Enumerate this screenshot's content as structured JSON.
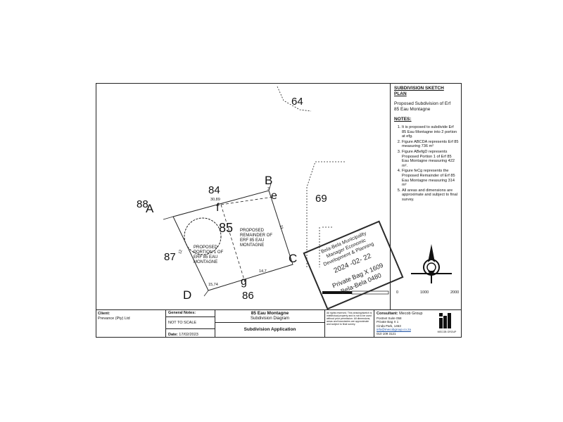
{
  "plan": {
    "points": {
      "A": "A",
      "B": "B",
      "C": "C",
      "D": "D",
      "e": "e",
      "f": "f",
      "g": "g"
    },
    "erfs": {
      "main": "85",
      "n84": "84",
      "n88": "88",
      "n87": "87",
      "n86": "86",
      "n64": "64",
      "n69": "69"
    },
    "dims": {
      "top": "30,89",
      "right": "21",
      "bottom_right": "14,7",
      "bottom_left": "15,74",
      "left": "12",
      "be": "3"
    },
    "portion1": [
      "PROPOSED",
      "PORTION 1 OF",
      "ERF 85 EAU",
      "MONTAGNE"
    ],
    "remainder": [
      "PROPOSED",
      "REMAINDER OF",
      "ERF 85 EAU",
      "MONTAGNE"
    ],
    "scale": [
      "0",
      "1000",
      "2000"
    ]
  },
  "notes": {
    "title": [
      "SUBDIVISION SKETCH",
      "PLAN"
    ],
    "subtitle": [
      "Proposed Subdivision of Erf",
      "85 Eau Montagne"
    ],
    "heading": "NOTES:",
    "items": [
      "It is proposed to subdivide Erf 85 Eau Montagne into 2 portion at efg.",
      "Figure ABCDA represents Erf 85 measuring 736 m²",
      "Figure ABefgD represents Proposed Portion 1 of Erf 85 Eau Montagne measuring 422 m².",
      "Figure feCg represents the Proposed Remainder of Erf 85 Eau Montagne measuring 314 m²",
      "All areas and dimensions are approximate and subject to final survey."
    ]
  },
  "stamp": {
    "lines": [
      "Bela-Bela Municipality",
      "Manager Economic",
      "Development & Planning",
      "2024 -02- 22",
      "Private Bag X 1609",
      "Bela-Bela 0480"
    ]
  },
  "title_block": {
    "client_label": "Client:",
    "client": "Prevance (Pty) Ltd",
    "general_notes_label": "General Notes:",
    "not_to_scale": "NOT TO SCALE",
    "date_label": "Date:",
    "date": "17/02/2023",
    "title": "85 Eau Montagne",
    "subtitle": "Subdivision Diagram",
    "application": "Subdivision Application",
    "consultant_label": "Consultant:",
    "consultant": "Mecob Group",
    "address": [
      "Postnet Suite 058",
      "Private Bag X 1",
      "Cinda Park, 1463",
      "info@mecobgroup.co.za",
      "010 109 3121"
    ],
    "disclaimer": "All rights reserved. This drawing/sketch is intellectual property and is not to be used without prior permission. All dimensions, areas and boundaries are approximate and subject to final survey.",
    "logo_text": "MECOB GROUP"
  },
  "colors": {
    "line": "#222222",
    "link": "#1a4fa3"
  }
}
